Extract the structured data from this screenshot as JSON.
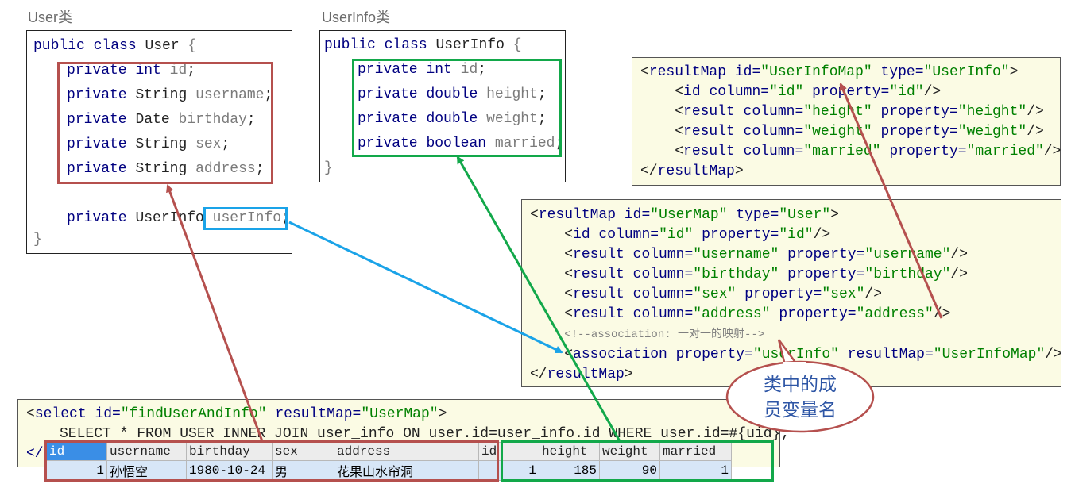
{
  "titles": {
    "user": "User类",
    "userinfo": "UserInfo类"
  },
  "user_class": {
    "header": [
      "public",
      "class",
      "User",
      "{"
    ],
    "fields": [
      {
        "mod": "private",
        "type": "int",
        "name": "id"
      },
      {
        "mod": "private",
        "type": "String",
        "name": "username"
      },
      {
        "mod": "private",
        "type": "Date",
        "name": "birthday"
      },
      {
        "mod": "private",
        "type": "String",
        "name": "sex"
      },
      {
        "mod": "private",
        "type": "String",
        "name": "address"
      }
    ],
    "extra": {
      "mod": "private",
      "type": "UserInfo",
      "name": "userInfo"
    },
    "close": "}"
  },
  "userinfo_class": {
    "header": [
      "public",
      "class",
      "UserInfo",
      "{"
    ],
    "fields": [
      {
        "mod": "private",
        "type": "int",
        "name": "id"
      },
      {
        "mod": "private",
        "type": "double",
        "name": "height"
      },
      {
        "mod": "private",
        "type": "double",
        "name": "weight"
      },
      {
        "mod": "private",
        "type": "boolean",
        "name": "married"
      }
    ],
    "close": "}"
  },
  "userinfo_map": {
    "open": {
      "tag": "resultMap",
      "attrs": [
        [
          "id",
          "UserInfoMap"
        ],
        [
          "type",
          "UserInfo"
        ]
      ]
    },
    "id": {
      "tag": "id",
      "attrs": [
        [
          "column",
          "id"
        ],
        [
          "property",
          "id"
        ]
      ]
    },
    "results": [
      [
        [
          "column",
          "height"
        ],
        [
          "property",
          "height"
        ]
      ],
      [
        [
          "column",
          "weight"
        ],
        [
          "property",
          "weight"
        ]
      ],
      [
        [
          "column",
          "married"
        ],
        [
          "property",
          "married"
        ]
      ]
    ],
    "close": "resultMap"
  },
  "user_map": {
    "open": {
      "tag": "resultMap",
      "attrs": [
        [
          "id",
          "UserMap"
        ],
        [
          "type",
          "User"
        ]
      ]
    },
    "id": {
      "tag": "id",
      "attrs": [
        [
          "column",
          "id"
        ],
        [
          "property",
          "id"
        ]
      ]
    },
    "results": [
      [
        [
          "column",
          "username"
        ],
        [
          "property",
          "username"
        ]
      ],
      [
        [
          "column",
          "birthday"
        ],
        [
          "property",
          "birthday"
        ]
      ],
      [
        [
          "column",
          "sex"
        ],
        [
          "property",
          "sex"
        ]
      ],
      [
        [
          "column",
          "address"
        ],
        [
          "property",
          "address"
        ]
      ]
    ],
    "comment": "<!--association: 一对一的映射-->",
    "association": {
      "tag": "association",
      "attrs": [
        [
          "property",
          "userInfo"
        ],
        [
          "resultMap",
          "UserInfoMap"
        ]
      ]
    },
    "close": "resultMap"
  },
  "select": {
    "open": {
      "tag": "select",
      "attrs": [
        [
          "id",
          "findUserAndInfo"
        ],
        [
          "resultMap",
          "UserMap"
        ]
      ]
    },
    "sql": "SELECT * FROM USER INNER JOIN user_info ON user.id=user_info.id WHERE user.id=#{uid};",
    "close_prefix": "</"
  },
  "result_grid": {
    "headers": [
      "id",
      "username",
      "birthday",
      "sex",
      "address",
      "id",
      "height",
      "weight",
      "married"
    ],
    "row": [
      "1",
      "孙悟空",
      "1980-10-24",
      "男",
      "花果山水帘洞",
      "1",
      "185",
      "90",
      "1"
    ]
  },
  "bubble": {
    "line1": "类中的成",
    "line2": "员变量名"
  },
  "colors": {
    "red": "#b5504e",
    "green": "#12a84a",
    "blue": "#1aa3e8",
    "keyword": "#000080",
    "value": "#008000"
  }
}
